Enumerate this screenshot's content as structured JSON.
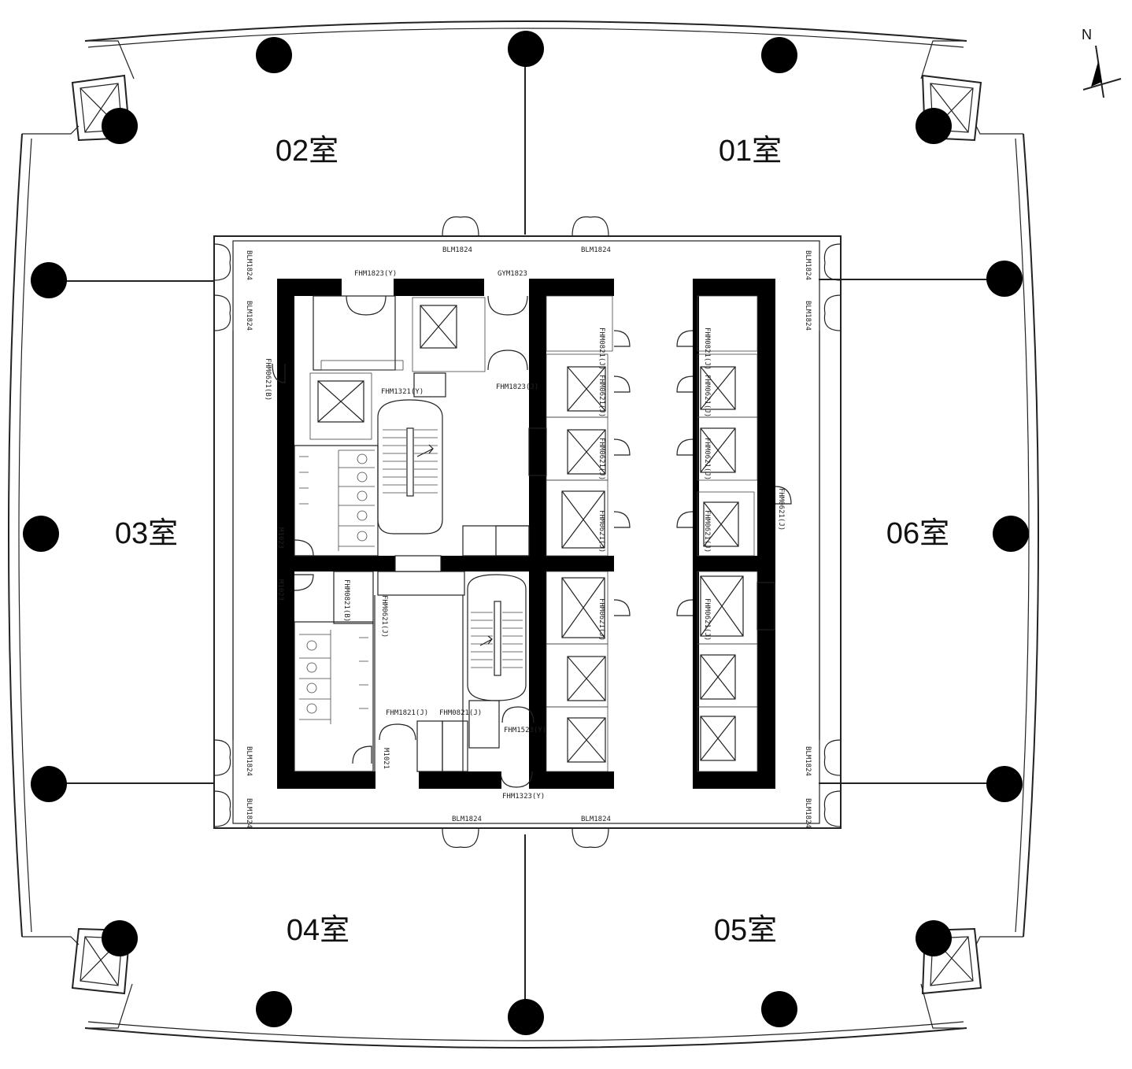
{
  "rooms": [
    {
      "id": "01",
      "label": "01室"
    },
    {
      "id": "02",
      "label": "02室"
    },
    {
      "id": "03",
      "label": "03室"
    },
    {
      "id": "04",
      "label": "04室"
    },
    {
      "id": "05",
      "label": "05室"
    },
    {
      "id": "06",
      "label": "06室"
    }
  ],
  "compass": {
    "letter": "N"
  },
  "door_labels": {
    "blm": "BLM1824",
    "fhm1823y": "FHM1823(Y)",
    "gym1823": "GYM1823",
    "fhm1823j": "FHM1823(J)",
    "fhm1821j": "FHM1821(J)",
    "fhm1523y": "FHM1523(Y)",
    "fhm1323y": "FHM1323(Y)",
    "fhm0821j": "FHM0821(J)",
    "fhm0621j": "FHM0621(J)",
    "fhm0821b": "FHM0821(B)",
    "fhm0621b": "FHM0621(B)",
    "fhm1321y": "FHM1321(Y)",
    "m1023": "M1023",
    "m1021": "M1021"
  }
}
